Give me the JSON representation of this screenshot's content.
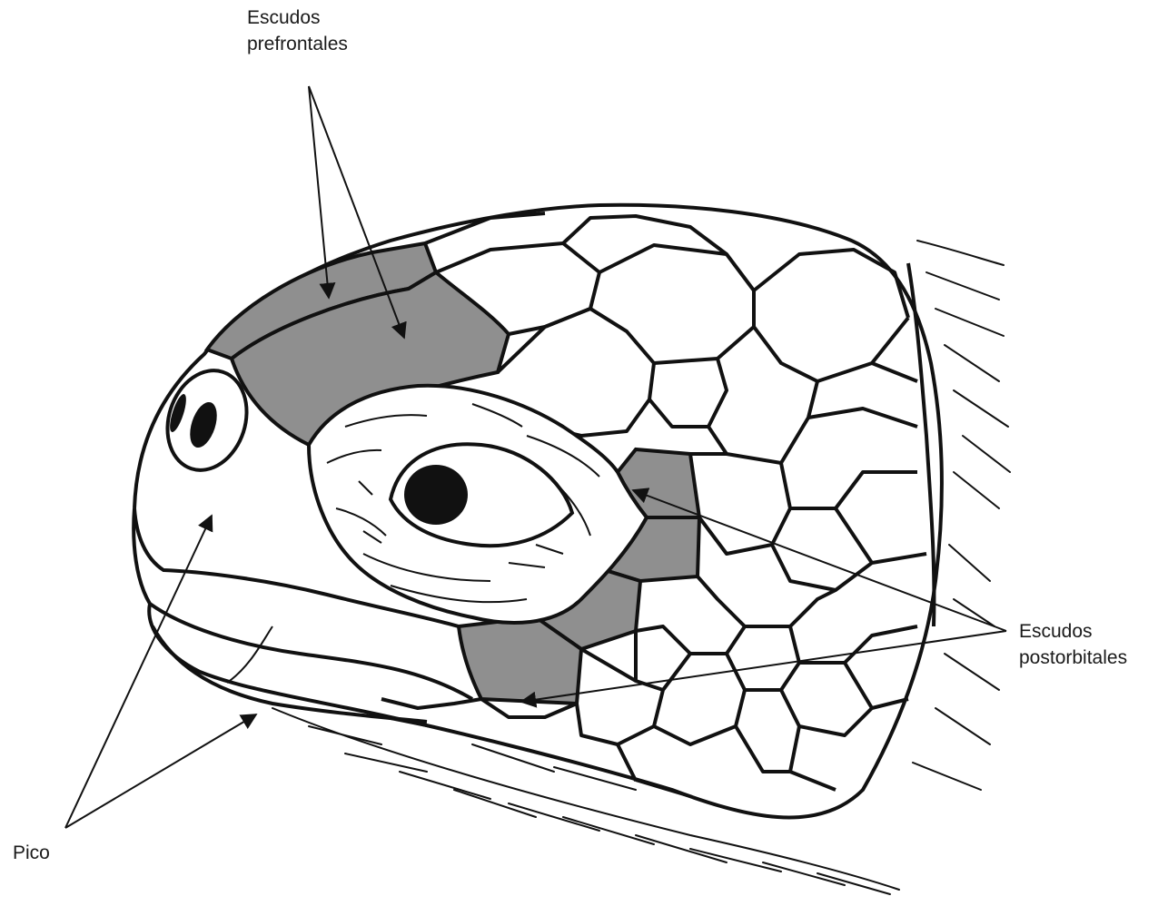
{
  "labels": {
    "prefrontal": {
      "line1": "Escudos",
      "line2": "prefrontales"
    },
    "postorbital": {
      "line1": "Escudos",
      "line2": "postorbitales"
    },
    "beak": "Pico"
  },
  "colors": {
    "ink": "#111111",
    "shaded_scute": "#8f8f8f",
    "background": "#ffffff"
  }
}
